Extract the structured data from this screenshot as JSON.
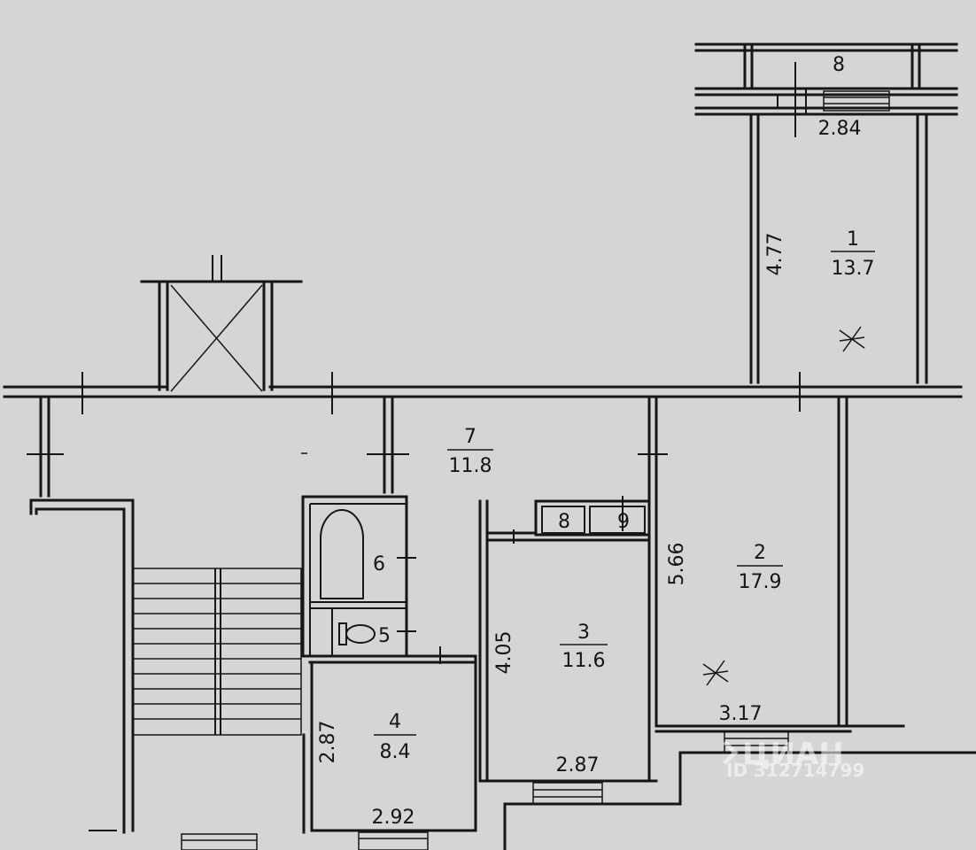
{
  "rooms": [
    {
      "id": "1",
      "number": "1",
      "area": "13.7"
    },
    {
      "id": "2",
      "number": "2",
      "area": "17.9"
    },
    {
      "id": "3",
      "number": "3",
      "area": "11.6"
    },
    {
      "id": "4",
      "number": "4",
      "area": "8.4"
    },
    {
      "id": "5",
      "number": "5"
    },
    {
      "id": "6",
      "number": "6"
    },
    {
      "id": "7",
      "number": "7",
      "area": "11.8"
    },
    {
      "id": "8-balcony",
      "number": "8"
    },
    {
      "id": "8-closet",
      "number": "8"
    },
    {
      "id": "9-closet",
      "number": "9"
    }
  ],
  "dimensions": {
    "room1_width": "2.84",
    "room1_length": "4.77",
    "room2_length": "5.66",
    "room2_width": "3.17",
    "room3_length": "4.05",
    "room3_width": "2.87",
    "room4_length": "2.87",
    "room4_width": "2.92"
  },
  "watermark": {
    "logo": "ЦИАН",
    "id_text": "ID 312714799"
  }
}
